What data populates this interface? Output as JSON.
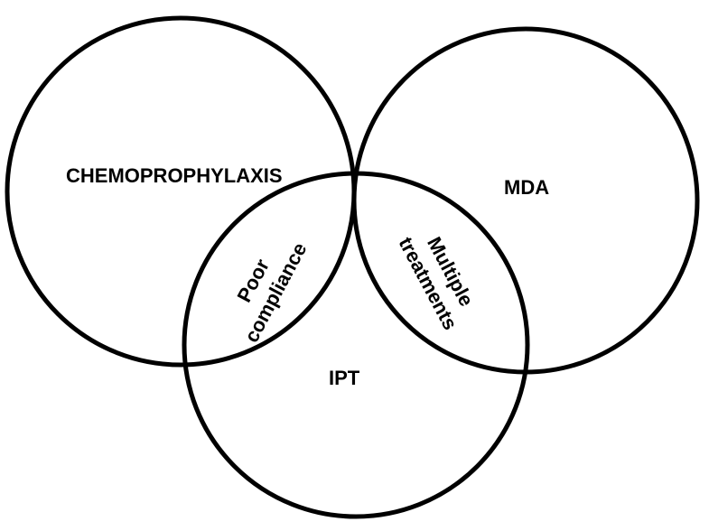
{
  "sets": [
    {
      "id": "chemoprophylaxis",
      "label": "CHEMOPROPHYLAXIS"
    },
    {
      "id": "mda",
      "label": "MDA"
    },
    {
      "id": "ipt",
      "label": "IPT"
    }
  ],
  "intersections": {
    "chemoprophylaxis_ipt": [
      "Poor",
      "compliance"
    ],
    "mda_ipt": [
      "Multiple",
      "treatments"
    ]
  },
  "colors": {
    "stroke": "#000000",
    "background": "#ffffff",
    "text": "#000000"
  }
}
